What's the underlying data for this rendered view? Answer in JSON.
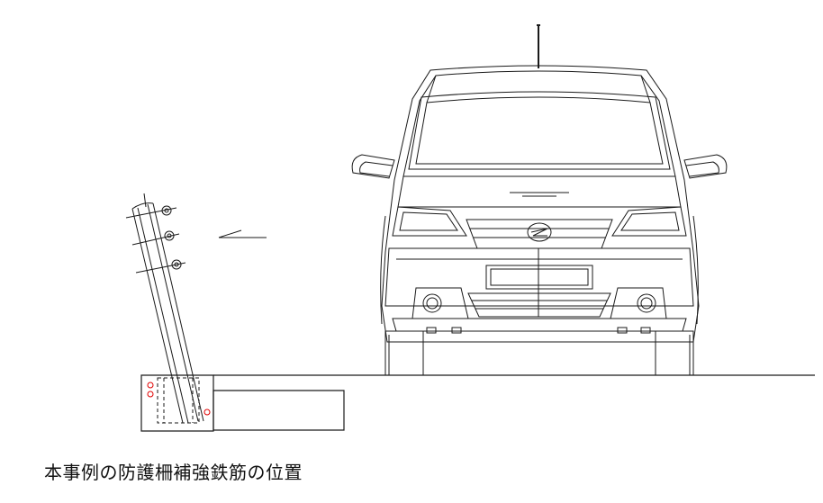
{
  "caption": "本事例の防護柵補強鉄筋の位置",
  "colors": {
    "line": "#1a1a1a",
    "rebar_marker": "#e00000",
    "background": "#ffffff"
  },
  "elements": {
    "car": "front-view-minivan",
    "guardrail": "tilted-guard-post",
    "foundation": "concrete-footing",
    "arrow": "direction-arrow"
  }
}
